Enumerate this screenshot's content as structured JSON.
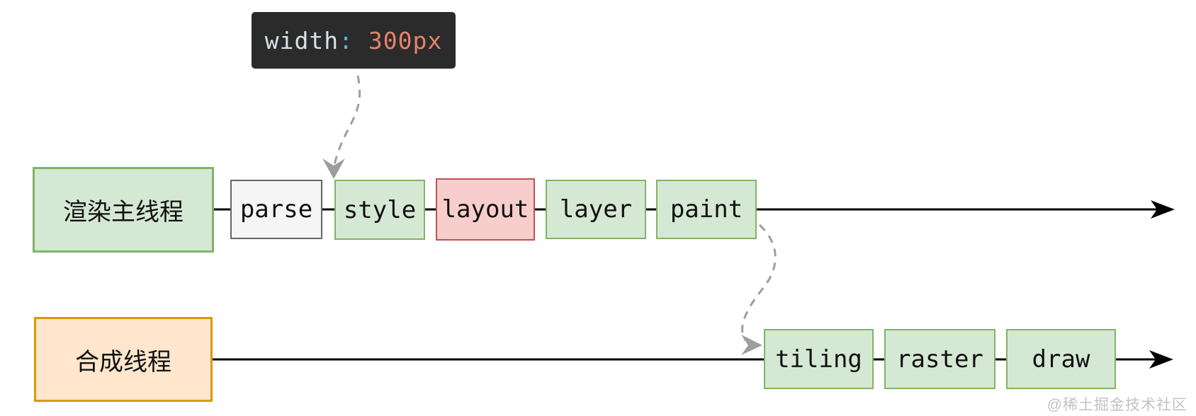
{
  "tooltip": {
    "property": "width",
    "colon": ":",
    "value": " 300px",
    "bg_color": "#2b2b2b",
    "property_color": "#d6e2ea",
    "colon_color": "#4fb4e8",
    "value_color": "#e8826a"
  },
  "threads": {
    "main": {
      "label": "渲染主线程",
      "box_fill": "#d5e8d4",
      "box_border": "#82b366",
      "stages": [
        {
          "label": "parse",
          "fill": "#f5f5f5",
          "border": "#666666"
        },
        {
          "label": "style",
          "fill": "#d5e8d4",
          "border": "#82b366"
        },
        {
          "label": "layout",
          "fill": "#f8cecc",
          "border": "#b85450"
        },
        {
          "label": "layer",
          "fill": "#d5e8d4",
          "border": "#82b366"
        },
        {
          "label": "paint",
          "fill": "#d5e8d4",
          "border": "#82b366"
        }
      ]
    },
    "compositor": {
      "label": "合成线程",
      "box_fill": "#ffe6cc",
      "box_border": "#d79b00",
      "stages": [
        {
          "label": "tiling",
          "fill": "#d5e8d4",
          "border": "#82b366"
        },
        {
          "label": "raster",
          "fill": "#d5e8d4",
          "border": "#82b366"
        },
        {
          "label": "draw",
          "fill": "#d5e8d4",
          "border": "#82b366"
        }
      ]
    }
  },
  "arrows": {
    "line_color": "#000000",
    "dashed_color": "#9e9e9e"
  },
  "watermark": {
    "text": "@稀土掘金技术社区"
  }
}
